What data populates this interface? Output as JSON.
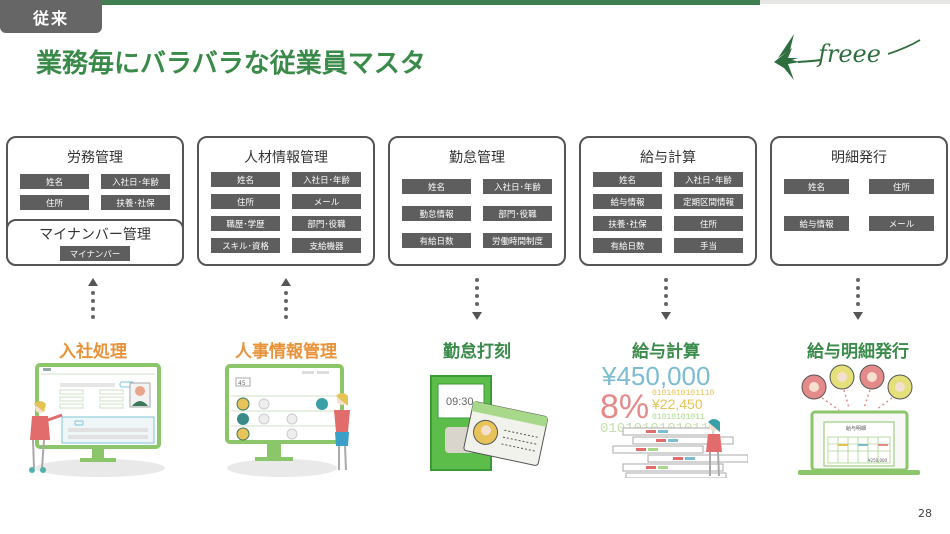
{
  "header": {
    "tag": "従来",
    "title": "業務毎にバラバラな従業員マスタ",
    "logo_text": "freee",
    "accent_color": "#3a8a4a"
  },
  "boxes": [
    {
      "title": "労務管理",
      "chips": [
        "姓名",
        "入社日･年齢",
        "住所",
        "扶養･社保"
      ],
      "sub": {
        "title": "マイナンバー管理",
        "chips": [
          "マイナンバー"
        ]
      }
    },
    {
      "title": "人材情報管理",
      "chips": [
        "姓名",
        "入社日･年齢",
        "住所",
        "メール",
        "職歴･学歴",
        "部門･役職",
        "スキル･資格",
        "支給機器"
      ]
    },
    {
      "title": "勤怠管理",
      "chips": [
        "姓名",
        "入社日･年齢",
        "勤怠情報",
        "部門･役職",
        "有給日数",
        "労働時間制度"
      ]
    },
    {
      "title": "給与計算",
      "chips": [
        "姓名",
        "入社日･年齢",
        "給与情報",
        "定期区間情報",
        "扶養･社保",
        "住所",
        "有給日数",
        "手当"
      ]
    },
    {
      "title": "明細発行",
      "chips": [
        "姓名",
        "住所",
        "給与情報",
        "メール"
      ]
    }
  ],
  "stages": [
    {
      "label": "入社処理",
      "color": "#e8923a",
      "arrow": "up"
    },
    {
      "label": "人事情報管理",
      "color": "#e8923a",
      "arrow": "up"
    },
    {
      "label": "勤怠打刻",
      "color": "#3a8a4a",
      "arrow": "down"
    },
    {
      "label": "給与計算",
      "color": "#3a8a4a",
      "arrow": "down"
    },
    {
      "label": "給与明細発行",
      "color": "#3a8a4a",
      "arrow": "down"
    }
  ],
  "illustrations": {
    "hr_count": "45",
    "clock_time": "09:30",
    "salary_amount": "¥450,000",
    "rate": "8%",
    "deduction": "¥22,450",
    "binary_1": "0101010101110",
    "binary_2": "01010101011",
    "binary_3": "0101010101011",
    "payslip_title": "給与明細",
    "payslip_total": "¥250,000"
  },
  "footer": {
    "page_number": "28"
  }
}
